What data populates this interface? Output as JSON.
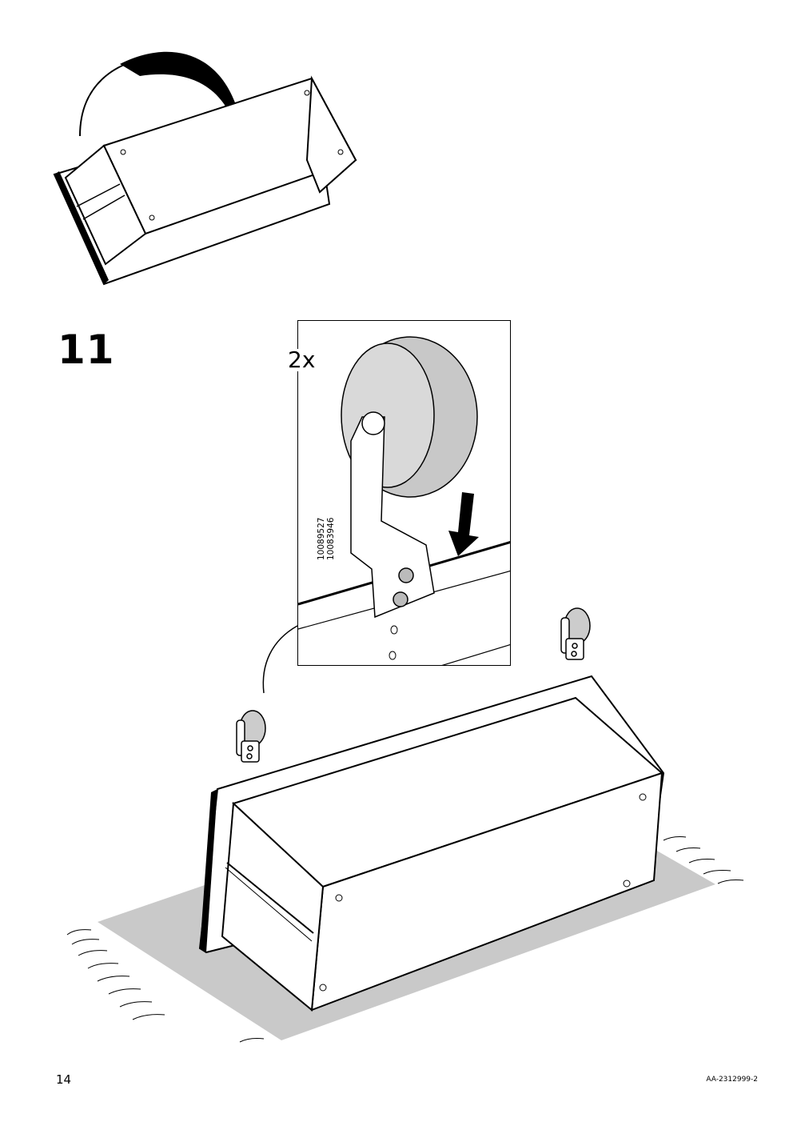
{
  "step": {
    "number": "11"
  },
  "detail": {
    "quantity": "2x",
    "part_numbers": [
      "10089527",
      "10083946"
    ]
  },
  "footer": {
    "page_number": "14",
    "document_code": "AA-2312999-2"
  },
  "colors": {
    "ink": "#000000",
    "rug": "#c9c9c9",
    "arrow": "#000000"
  }
}
